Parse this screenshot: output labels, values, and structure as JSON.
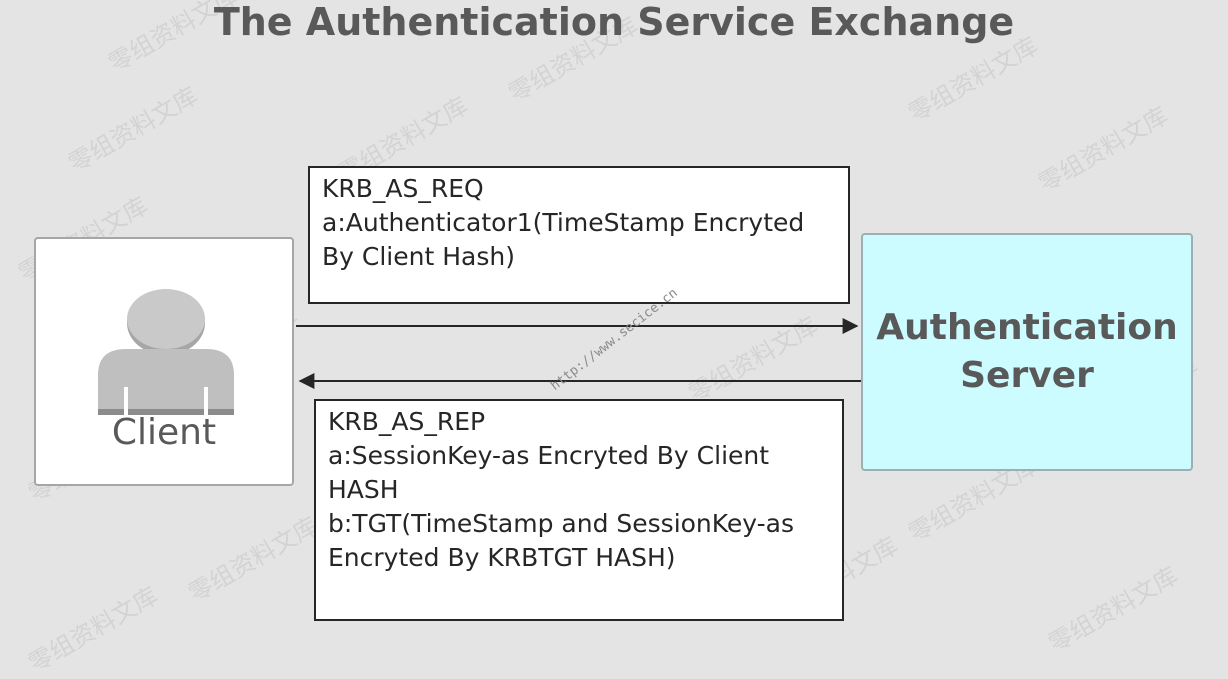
{
  "title": "The Authentication Service Exchange",
  "client": {
    "label": "Client"
  },
  "server": {
    "label_line1": "Authentication",
    "label_line2": "Server"
  },
  "request": {
    "lines": [
      "KRB_AS_REQ",
      "a:Authenticator1(TimeStamp Encryted",
      "By Client Hash)"
    ]
  },
  "reply": {
    "lines": [
      "KRB_AS_REP",
      "a:SessionKey-as Encryted By Client",
      "HASH",
      "b:TGT(TimeStamp and SessionKey-as",
      "Encryted By KRBTGT HASH)"
    ]
  },
  "watermark": {
    "url": "http://www.secice.cn",
    "repeat_text": "零组资料文库"
  },
  "colors": {
    "background": "#e4e4e4",
    "server_fill": "#ccfcff",
    "figure": "#bfbfbf",
    "text": "#595959"
  }
}
